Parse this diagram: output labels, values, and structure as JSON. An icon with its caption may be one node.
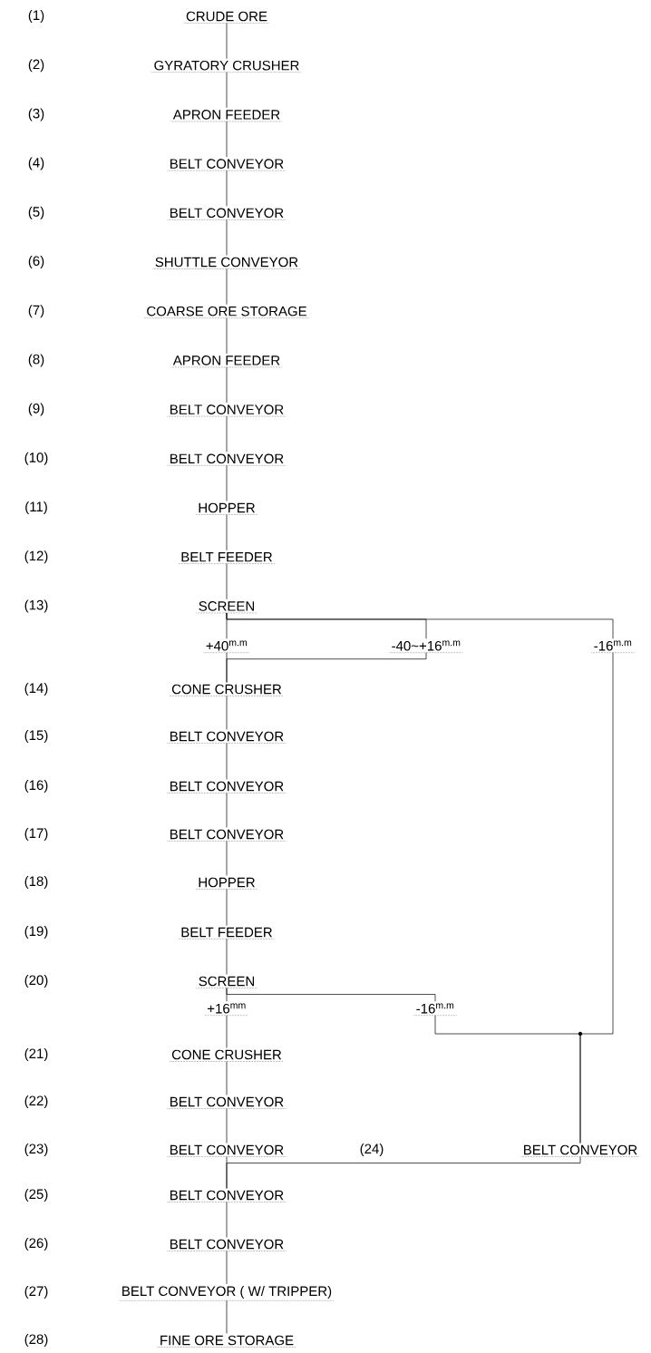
{
  "diagram": {
    "nodes": [
      {
        "text": [
          "CRUDE ORE"
        ]
      },
      {
        "text": [
          "GYRATORY CRUSHER"
        ]
      },
      {
        "text": [
          "APRON FEEDER"
        ]
      },
      {
        "text": [
          "BELT CONVEYOR"
        ]
      },
      {
        "text": [
          "BELT CONVEYOR"
        ]
      },
      {
        "text": [
          "SHUTTLE CONVEYOR"
        ]
      },
      {
        "text": [
          "COARSE ORE STORAGE"
        ]
      },
      {
        "text": [
          "APRON FEEDER"
        ]
      },
      {
        "text": [
          "BELT CONVEYOR"
        ]
      },
      {
        "text": [
          "BELT CONVEYOR"
        ]
      },
      {
        "text": [
          "HOPPER"
        ]
      },
      {
        "text": [
          "BELT FEEDER"
        ]
      },
      {
        "text": [
          "SCREEN"
        ]
      },
      {
        "text": [
          "+40$^{m.m}$"
        ]
      },
      {
        "text": [
          "-40~+16$^{m.m}$"
        ]
      },
      {
        "text": [
          "-16$^{m.m}$"
        ]
      },
      {
        "text": [
          "CONE CRUSHER"
        ]
      },
      {
        "text": [
          "BELT CONVEYOR"
        ]
      },
      {
        "text": [
          "BELT CONVEYOR"
        ]
      },
      {
        "text": [
          "BELT CONVEYOR"
        ]
      },
      {
        "text": [
          "HOPPER"
        ]
      },
      {
        "text": [
          "BELT FEEDER"
        ]
      },
      {
        "text": [
          "SCREEN"
        ]
      },
      {
        "text": [
          "+16$^{mm}$"
        ]
      },
      {
        "text": [
          "-16$^{m.m}$"
        ]
      },
      {
        "text": [
          "CONE CRUSHER"
        ]
      },
      {
        "text": [
          "BELT CONVEYOR"
        ]
      },
      {
        "text": [
          "BELT CONVEYOR"
        ]
      },
      {
        "text": [
          "BELT CONVEYOR"
        ]
      },
      {
        "text": [
          "BELT CONVEYOR"
        ]
      },
      {
        "text": [
          "BELT CONVEYOR"
        ]
      },
      {
        "text": [
          "BELT CONVEYOR ( W/ TRIPPER)"
        ]
      },
      {
        "text": [
          "FINE ORE STORAGE"
        ]
      }
    ],
    "edges": [
      {
        "from": 0,
        "to": 1,
        "arrow": "none"
      },
      {
        "from": 1,
        "to": 2,
        "arrow": "none"
      },
      {
        "from": 2,
        "to": 3,
        "arrow": "none"
      },
      {
        "from": 3,
        "to": 4,
        "arrow": "none"
      },
      {
        "from": 4,
        "to": 5,
        "arrow": "none"
      },
      {
        "from": 5,
        "to": 6,
        "arrow": "none"
      },
      {
        "from": 6,
        "to": 7,
        "arrow": "none"
      },
      {
        "from": 7,
        "to": 8,
        "arrow": "none"
      },
      {
        "from": 8,
        "to": 9,
        "arrow": "none"
      },
      {
        "from": 9,
        "to": 10,
        "arrow": "none"
      },
      {
        "from": 10,
        "to": 11,
        "arrow": "none"
      },
      {
        "from": 11,
        "to": 12,
        "arrow": "none"
      },
      {
        "from": 12,
        "to": 13,
        "arrow": "none"
      },
      {
        "from": 12,
        "to": 14,
        "arrow": "none"
      },
      {
        "from": 12,
        "to": 15,
        "arrow": "none"
      },
      {
        "from": 13,
        "to": 16,
        "arrow": "none"
      },
      {
        "from": 14,
        "to": 16,
        "arrow": "none"
      },
      {
        "from": 16,
        "to": 17,
        "arrow": "none"
      },
      {
        "from": 17,
        "to": 18,
        "arrow": "none"
      },
      {
        "from": 18,
        "to": 19,
        "arrow": "none"
      },
      {
        "from": 19,
        "to": 20,
        "arrow": "none"
      },
      {
        "from": 20,
        "to": 21,
        "arrow": "none"
      },
      {
        "from": 21,
        "to": 22,
        "arrow": "none"
      },
      {
        "from": 22,
        "to": 23,
        "arrow": "none"
      },
      {
        "from": 22,
        "to": 24,
        "arrow": "none"
      },
      {
        "from": 23,
        "to": 25,
        "arrow": "none"
      },
      {
        "from": 15,
        "to": 28,
        "arrow": "none"
      },
      {
        "from": 24,
        "to": 28,
        "arrow": "none"
      },
      {
        "from": 25,
        "to": 26,
        "arrow": "none"
      },
      {
        "from": 26,
        "to": 27,
        "arrow": "none"
      },
      {
        "from": 27,
        "to": 29,
        "arrow": "none"
      },
      {
        "from": 28,
        "to": 29,
        "arrow": "none"
      },
      {
        "from": 29,
        "to": 30,
        "arrow": "none"
      },
      {
        "from": 30,
        "to": 31,
        "arrow": "none"
      },
      {
        "from": 31,
        "to": 32,
        "arrow": "none"
      }
    ],
    "labels": [
      "(1)",
      "(2)",
      "(3)",
      "(4)",
      "(5)",
      "(6)",
      "(7)",
      "(8)",
      "(9)",
      "(10)",
      "(11)",
      "(12)",
      "(13)",
      "(14)",
      "(15)",
      "(16)",
      "(17)",
      "(18)",
      "(19)",
      "(20)",
      "(21)",
      "(22)",
      "(23)",
      "(24)",
      "(25)",
      "(26)",
      "(27)",
      "(28)"
    ]
  }
}
